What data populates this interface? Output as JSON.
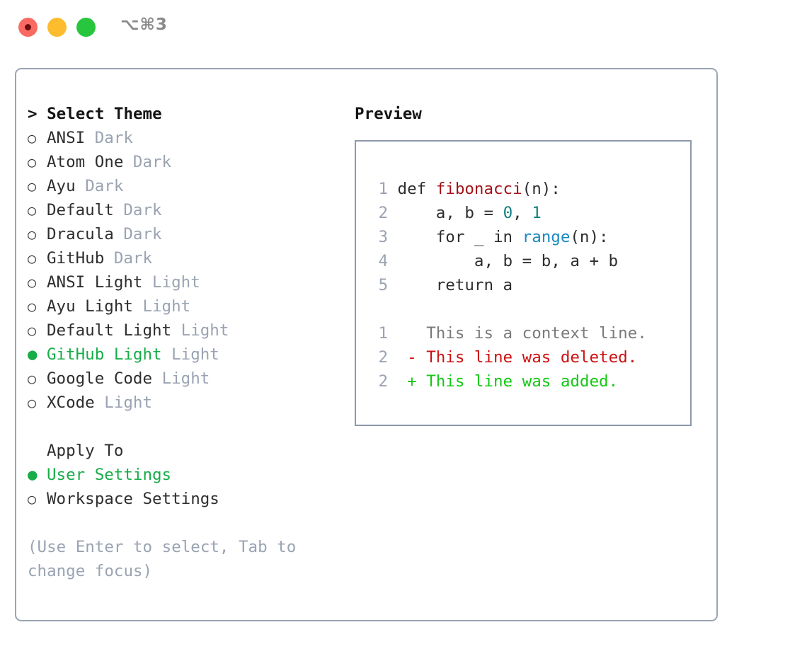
{
  "window": {
    "shortcut": "⌥⌘3",
    "lights": [
      {
        "name": "close-light",
        "color": "#fa6a63"
      },
      {
        "name": "minimize-light",
        "color": "#fcbc2e"
      },
      {
        "name": "maximize-light",
        "color": "#28c63e"
      }
    ]
  },
  "colors": {
    "accent_green": "#17ad49",
    "muted": "#9aa3b2",
    "border": "#9aa5b5",
    "preview_border": "#8d98ab",
    "fn": "#a3131a",
    "number": "#108080",
    "call": "#1a8ac0",
    "diff_add": "#14c814",
    "diff_del": "#cc1111",
    "diff_ctx": "#7a7a7a"
  },
  "theme_list": {
    "header": "> Select Theme",
    "items": [
      {
        "marker": "○",
        "label": "ANSI",
        "kind": "Dark",
        "selected": false
      },
      {
        "marker": "○",
        "label": "Atom One",
        "kind": "Dark",
        "selected": false
      },
      {
        "marker": "○",
        "label": "Ayu",
        "kind": "Dark",
        "selected": false
      },
      {
        "marker": "○",
        "label": "Default",
        "kind": "Dark",
        "selected": false
      },
      {
        "marker": "○",
        "label": "Dracula",
        "kind": "Dark",
        "selected": false
      },
      {
        "marker": "○",
        "label": "GitHub",
        "kind": "Dark",
        "selected": false
      },
      {
        "marker": "○",
        "label": "ANSI Light",
        "kind": "Light",
        "selected": false
      },
      {
        "marker": "○",
        "label": "Ayu Light",
        "kind": "Light",
        "selected": false
      },
      {
        "marker": "○",
        "label": "Default Light",
        "kind": "Light",
        "selected": false
      },
      {
        "marker": "●",
        "label": "GitHub Light",
        "kind": "Light",
        "selected": true
      },
      {
        "marker": "○",
        "label": "Google Code",
        "kind": "Light",
        "selected": false
      },
      {
        "marker": "○",
        "label": "XCode",
        "kind": "Light",
        "selected": false
      }
    ]
  },
  "apply_to": {
    "header": "Apply To",
    "items": [
      {
        "marker": "●",
        "label": "User Settings",
        "selected": true
      },
      {
        "marker": "○",
        "label": "Workspace Settings",
        "selected": false
      }
    ]
  },
  "hint": "(Use Enter to select, Tab to change focus)",
  "preview": {
    "title": "Preview",
    "code_lines": [
      {
        "no": "1",
        "segments": [
          {
            "text": "def ",
            "tok": "plain"
          },
          {
            "text": "fibonacci",
            "tok": "fn"
          },
          {
            "text": "(n):",
            "tok": "plain"
          }
        ]
      },
      {
        "no": "2",
        "segments": [
          {
            "text": "    a, b = ",
            "tok": "plain"
          },
          {
            "text": "0",
            "tok": "num"
          },
          {
            "text": ", ",
            "tok": "plain"
          },
          {
            "text": "1",
            "tok": "num"
          }
        ]
      },
      {
        "no": "3",
        "segments": [
          {
            "text": "    for _ in ",
            "tok": "plain"
          },
          {
            "text": "range",
            "tok": "call"
          },
          {
            "text": "(n):",
            "tok": "plain"
          }
        ]
      },
      {
        "no": "4",
        "segments": [
          {
            "text": "        a, b = b, a + b",
            "tok": "plain"
          }
        ]
      },
      {
        "no": "5",
        "segments": [
          {
            "text": "    return a",
            "tok": "plain"
          }
        ]
      }
    ],
    "diff_lines": [
      {
        "no": "1",
        "marker": "  ",
        "text": "This is a context line.",
        "kind": "ctx"
      },
      {
        "no": "2",
        "marker": "- ",
        "text": "This line was deleted.",
        "kind": "del"
      },
      {
        "no": "2",
        "marker": "+ ",
        "text": "This line was added.",
        "kind": "add"
      }
    ]
  }
}
